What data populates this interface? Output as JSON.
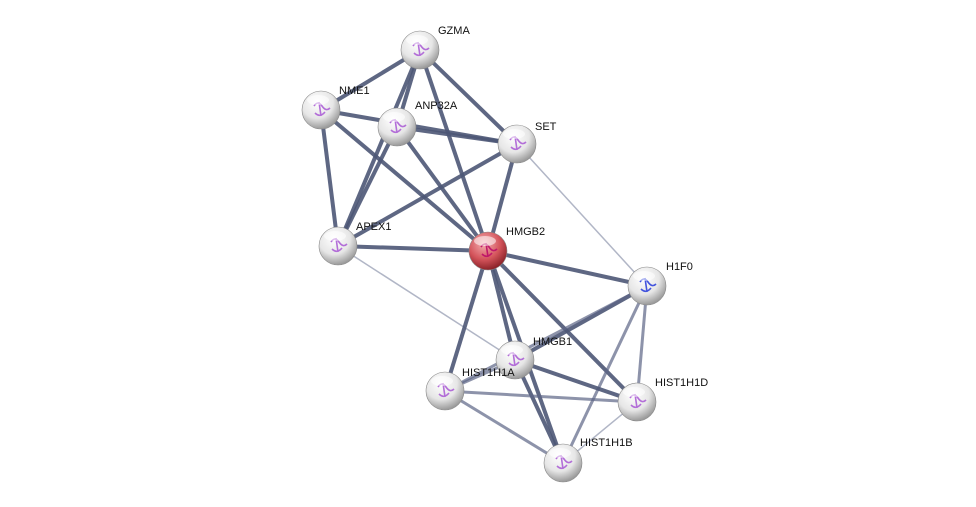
{
  "network": {
    "query_node": "HMGB2",
    "nodes": [
      {
        "id": "GZMA",
        "label": "GZMA",
        "color": "#e8e8e8"
      },
      {
        "id": "NME1",
        "label": "NME1",
        "color": "#e8e8e8"
      },
      {
        "id": "ANP32A",
        "label": "ANP32A",
        "color": "#e8e8e8"
      },
      {
        "id": "SET",
        "label": "SET",
        "color": "#e8e8e8"
      },
      {
        "id": "APEX1",
        "label": "APEX1",
        "color": "#e8e8e8"
      },
      {
        "id": "HMGB2",
        "label": "HMGB2",
        "color": "#d9555c"
      },
      {
        "id": "H1F0",
        "label": "H1F0",
        "color": "#e8e8e8"
      },
      {
        "id": "HMGB1",
        "label": "HMGB1",
        "color": "#e8e8e8"
      },
      {
        "id": "HIST1H1A",
        "label": "HIST1H1A",
        "color": "#e8e8e8"
      },
      {
        "id": "HIST1H1D",
        "label": "HIST1H1D",
        "color": "#e8e8e8"
      },
      {
        "id": "HIST1H1B",
        "label": "HIST1H1B",
        "color": "#e8e8e8"
      }
    ],
    "edges": [
      [
        "GZMA",
        "NME1",
        "strong"
      ],
      [
        "GZMA",
        "ANP32A",
        "strong"
      ],
      [
        "GZMA",
        "SET",
        "strong"
      ],
      [
        "GZMA",
        "HMGB2",
        "strong"
      ],
      [
        "GZMA",
        "APEX1",
        "strong"
      ],
      [
        "NME1",
        "SET",
        "strong"
      ],
      [
        "ANP32A",
        "SET",
        "strong"
      ],
      [
        "NME1",
        "APEX1",
        "strong"
      ],
      [
        "NME1",
        "HMGB2",
        "strong"
      ],
      [
        "ANP32A",
        "APEX1",
        "strong"
      ],
      [
        "ANP32A",
        "HMGB2",
        "strong"
      ],
      [
        "SET",
        "APEX1",
        "strong"
      ],
      [
        "SET",
        "HMGB2",
        "strong"
      ],
      [
        "SET",
        "H1F0",
        "weak"
      ],
      [
        "APEX1",
        "HMGB2",
        "strong"
      ],
      [
        "APEX1",
        "HMGB1",
        "weak"
      ],
      [
        "HMGB2",
        "H1F0",
        "strong"
      ],
      [
        "HMGB2",
        "HIST1H1A",
        "strong"
      ],
      [
        "HMGB2",
        "HMGB1",
        "strong"
      ],
      [
        "HMGB2",
        "HIST1H1B",
        "strong"
      ],
      [
        "HMGB2",
        "HIST1H1D",
        "strong"
      ],
      [
        "H1F0",
        "HMGB1",
        "strong"
      ],
      [
        "H1F0",
        "HIST1H1A",
        "medium"
      ],
      [
        "H1F0",
        "HIST1H1D",
        "medium"
      ],
      [
        "H1F0",
        "HIST1H1B",
        "medium"
      ],
      [
        "HMGB1",
        "HIST1H1A",
        "medium"
      ],
      [
        "HMGB1",
        "HIST1H1D",
        "strong"
      ],
      [
        "HMGB1",
        "HIST1H1B",
        "strong"
      ],
      [
        "HIST1H1A",
        "HIST1H1D",
        "medium"
      ],
      [
        "HIST1H1A",
        "HIST1H1B",
        "medium"
      ],
      [
        "HIST1H1D",
        "HIST1H1B",
        "weak"
      ]
    ]
  }
}
